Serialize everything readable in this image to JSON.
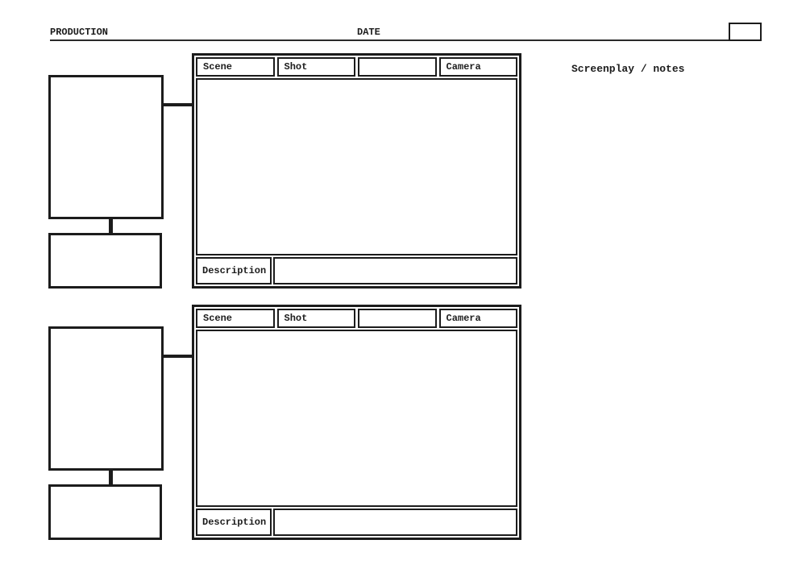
{
  "page": {
    "background": "#ffffff",
    "ink": "#1c1c1c"
  },
  "header": {
    "production_label": "PRODUCTION",
    "date_label": "DATE",
    "screenplay_notes_label": "Screenplay / notes"
  },
  "panels": [
    {
      "scene_label": "Scene",
      "shot_label": "Shot",
      "camera_label": "Camera",
      "description_label": "Description"
    },
    {
      "scene_label": "Scene",
      "shot_label": "Shot",
      "camera_label": "Camera",
      "description_label": "Description"
    }
  ]
}
